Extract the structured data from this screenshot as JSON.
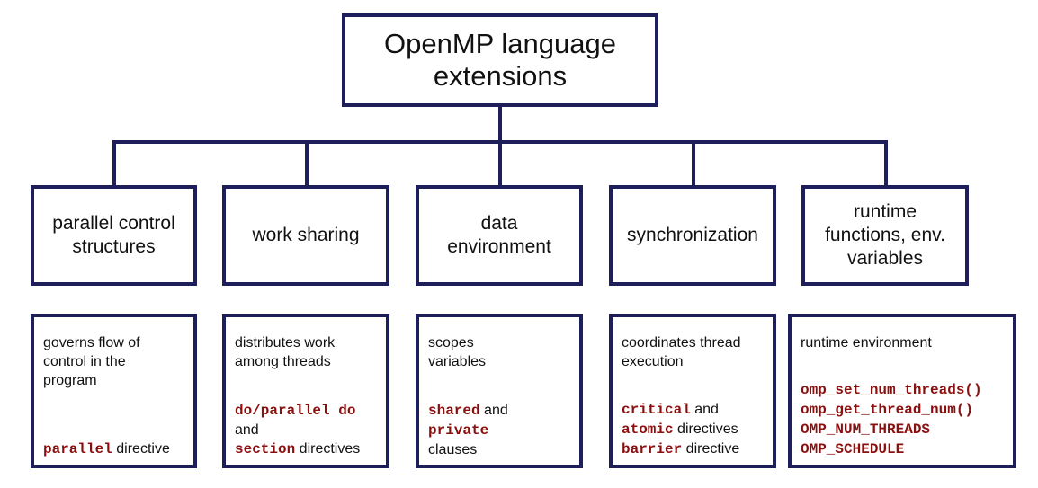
{
  "root": {
    "title_line1": "OpenMP language",
    "title_line2": "extensions"
  },
  "colors": {
    "border": "#1e1e5a",
    "keyword": "#8b0f0f",
    "text": "#111111"
  },
  "categories": [
    {
      "label_lines": [
        "parallel control",
        "structures"
      ],
      "description_lines": [
        "governs flow of",
        "control in the",
        "program"
      ],
      "code_lines": [
        [
          {
            "t": "parallel",
            "kw": true
          },
          {
            "t": " directive",
            "kw": false
          }
        ]
      ]
    },
    {
      "label_lines": [
        "work sharing"
      ],
      "description_lines": [
        "distributes work",
        "among threads"
      ],
      "code_lines": [
        [
          {
            "t": "do/parallel do",
            "kw": true
          }
        ],
        [
          {
            "t": "and",
            "kw": false
          }
        ],
        [
          {
            "t": "section",
            "kw": true
          },
          {
            "t": " directives",
            "kw": false
          }
        ]
      ]
    },
    {
      "label_lines": [
        "data",
        "environment"
      ],
      "description_lines": [
        "scopes",
        "variables"
      ],
      "code_lines": [
        [
          {
            "t": "shared",
            "kw": true
          },
          {
            "t": " and",
            "kw": false
          }
        ],
        [
          {
            "t": "private",
            "kw": true
          }
        ],
        [
          {
            "t": "clauses",
            "kw": false
          }
        ]
      ]
    },
    {
      "label_lines": [
        "synchronization"
      ],
      "description_lines": [
        "coordinates thread",
        "execution"
      ],
      "code_lines": [
        [
          {
            "t": "critical",
            "kw": true
          },
          {
            "t": " and",
            "kw": false
          }
        ],
        [
          {
            "t": "atomic",
            "kw": true
          },
          {
            "t": " directives",
            "kw": false
          }
        ],
        [
          {
            "t": "barrier",
            "kw": true
          },
          {
            "t": " directive",
            "kw": false
          }
        ]
      ]
    },
    {
      "label_lines": [
        "runtime",
        "functions, env.",
        "variables"
      ],
      "description_lines": [
        "runtime environment"
      ],
      "code_lines": [
        [
          {
            "t": "omp_set_num_threads()",
            "kw": true
          }
        ],
        [
          {
            "t": "omp_get_thread_num()",
            "kw": true
          }
        ],
        [
          {
            "t": "OMP_NUM_THREADS",
            "kw": true
          }
        ],
        [
          {
            "t": "OMP_SCHEDULE",
            "kw": true
          }
        ]
      ]
    }
  ]
}
